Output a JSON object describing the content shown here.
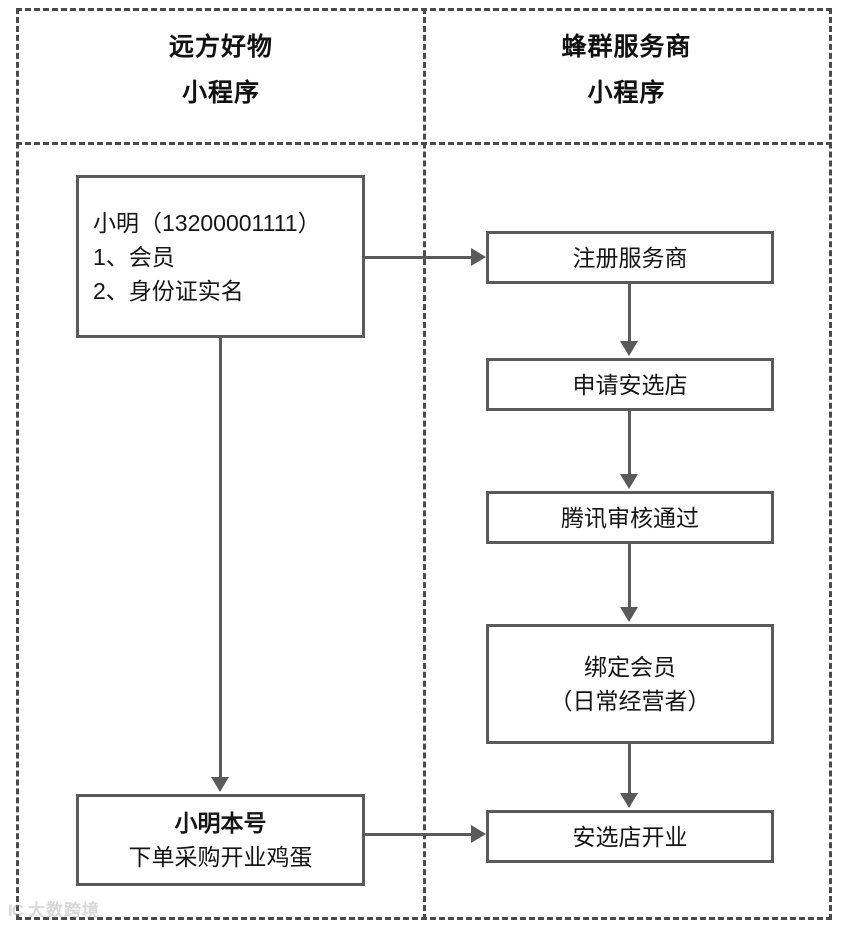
{
  "diagram": {
    "lanes": [
      {
        "id": "left",
        "title_line1": "远方好物",
        "title_line2": "小程序"
      },
      {
        "id": "right",
        "title_line1": "蜂群服务商",
        "title_line2": "小程序"
      }
    ],
    "nodes": [
      {
        "id": "user",
        "lane": "left",
        "lines": [
          "小明（13200001111）",
          "1、会员",
          "2、身份证实名"
        ]
      },
      {
        "id": "register",
        "lane": "right",
        "lines": [
          "注册服务商"
        ]
      },
      {
        "id": "apply",
        "lane": "right",
        "lines": [
          "申请安选店"
        ]
      },
      {
        "id": "approve",
        "lane": "right",
        "lines": [
          "腾讯审核通过"
        ]
      },
      {
        "id": "bind",
        "lane": "right",
        "lines": [
          "绑定会员",
          "（日常经营者）"
        ]
      },
      {
        "id": "order",
        "lane": "left",
        "lines": [
          "小明本号",
          "下单采购开业鸡蛋"
        ]
      },
      {
        "id": "open",
        "lane": "right",
        "lines": [
          "安选店开业"
        ]
      }
    ],
    "edges": [
      {
        "id": "e1",
        "from": "user",
        "to": "register",
        "direction": "right"
      },
      {
        "id": "e2",
        "from": "register",
        "to": "apply",
        "direction": "down"
      },
      {
        "id": "e3",
        "from": "apply",
        "to": "approve",
        "direction": "down"
      },
      {
        "id": "e4",
        "from": "approve",
        "to": "bind",
        "direction": "down"
      },
      {
        "id": "e5",
        "from": "bind",
        "to": "open",
        "direction": "down"
      },
      {
        "id": "e6",
        "from": "user",
        "to": "order",
        "direction": "down"
      },
      {
        "id": "e7",
        "from": "order",
        "to": "open",
        "direction": "right"
      }
    ],
    "colors": {
      "box_border": "#5a5a5a",
      "lane_border": "#4a4a4a",
      "connector": "#5a5a5a",
      "text": "#151515",
      "background": "#ffffff"
    }
  },
  "watermark": {
    "logo": "IC",
    "text": "大数跨境"
  }
}
